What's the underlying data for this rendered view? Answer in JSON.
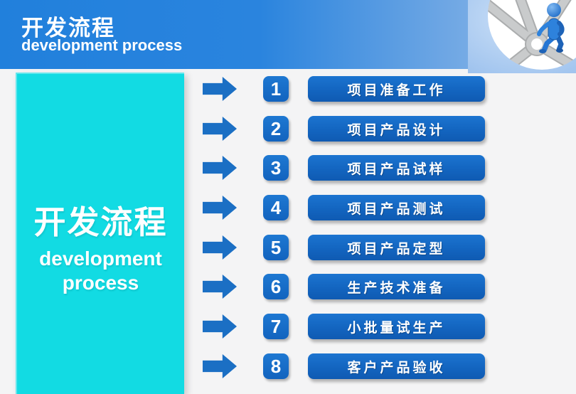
{
  "header": {
    "title": "开发流程",
    "subtitle": "development process"
  },
  "side_panel": {
    "title": "开发流程",
    "subtitle_line1": "development",
    "subtitle_line2": "process"
  },
  "steps": {
    "items": [
      {
        "number": "1",
        "label": "项目准备工作"
      },
      {
        "number": "2",
        "label": "项目产品设计"
      },
      {
        "number": "3",
        "label": "项目产品试样"
      },
      {
        "number": "4",
        "label": "项目产品测试"
      },
      {
        "number": "5",
        "label": "项目产品定型"
      },
      {
        "number": "6",
        "label": "生产技术准备"
      },
      {
        "number": "7",
        "label": "小批量试生产"
      },
      {
        "number": "8",
        "label": "客户产品验收"
      }
    ]
  },
  "icons": {
    "arrow": "right-arrow-icon",
    "illustration": "crossroads-person-illustration"
  },
  "colors": {
    "header_blue": "#2180DC",
    "header_blue_light": "#9DC2EC",
    "panel_cyan": "#12DBE3",
    "step_blue": "#1365C0",
    "arrow_blue": "#1B6FC4",
    "background": "#F4F4F5",
    "illustration_bg": "#A9CBF0",
    "text_white": "#FFFFFF"
  }
}
